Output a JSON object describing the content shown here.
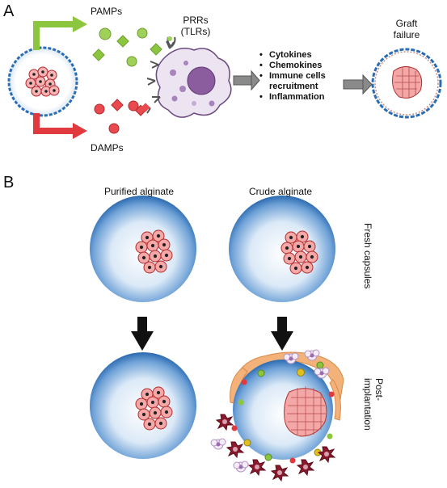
{
  "panels": {
    "a": {
      "letter": "A"
    },
    "b": {
      "letter": "B"
    }
  },
  "panel_a": {
    "pamps": "PAMPs",
    "damps": "DAMPs",
    "prrs_line1": "PRRs",
    "prrs_line2": "(TLRs)",
    "outcomes": [
      "Cytokines",
      "Chemokines",
      "Immune cells",
      "recruitment",
      "Inflammation"
    ],
    "graft_line1": "Graft",
    "graft_line2": "failure",
    "colors": {
      "pamps": "#8cc63f",
      "damps": "#e0393e",
      "macrophage": "#8b5c9e",
      "capsule": "#2a6db5"
    }
  },
  "panel_b": {
    "purified": "Purified alginate",
    "crude": "Crude alginate",
    "fresh": "Fresh capsules",
    "post_line1": "Post-",
    "post_line2": "implantation",
    "colors": {
      "capsule_edge": "#3b7bc0",
      "islet": "#f4a6a6",
      "fibrosis": "#f2b17a",
      "immune": "#8a1a2c"
    }
  }
}
